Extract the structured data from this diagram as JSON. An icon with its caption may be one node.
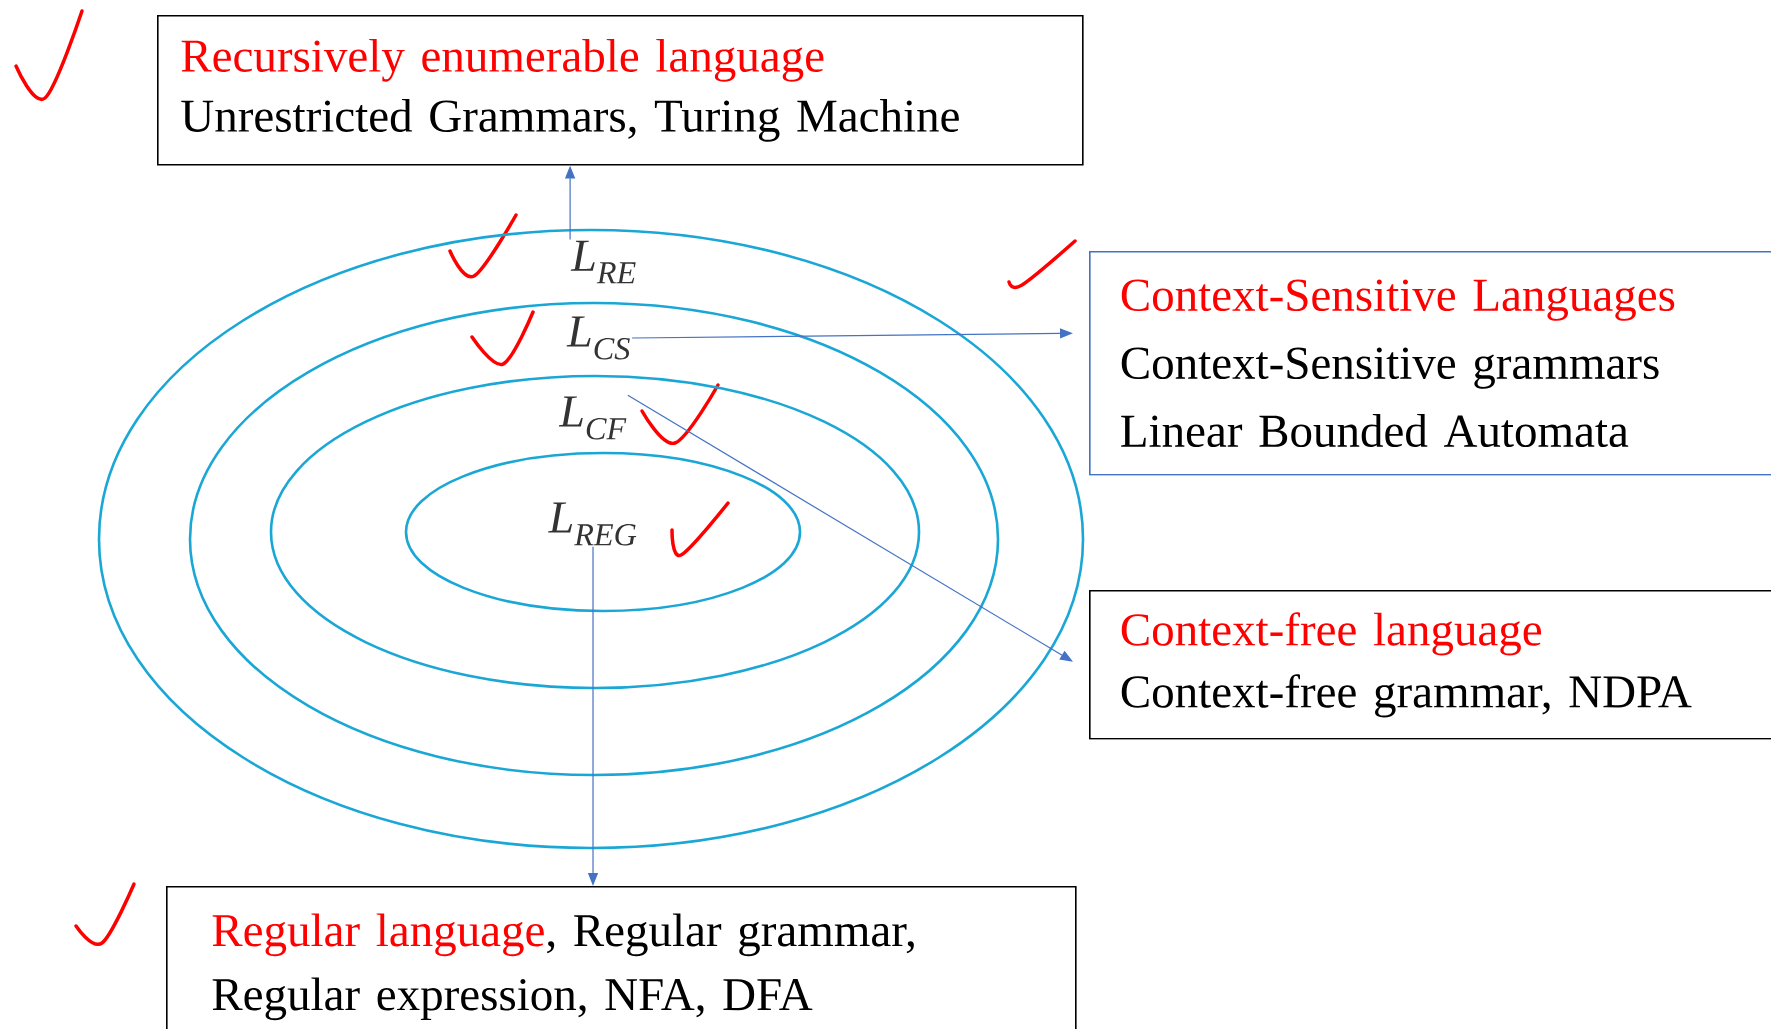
{
  "diagram": {
    "nodes": [
      {
        "text": [
          "L$_{RE}$"
        ]
      },
      {
        "text": [
          "L$_{CS}$"
        ],
        "in": 0
      },
      {
        "text": [
          "L$_{CF}$"
        ],
        "in": 1
      },
      {
        "text": [
          "L$_{REG}$"
        ],
        "in": 2
      },
      {
        "text": [
          "Recursively enumerable language",
          "Unrestricted Grammars, Turing Machine"
        ]
      },
      {
        "text": [
          "Context-Sensitive Languages",
          "Context-Sensitive grammars",
          "Linear Bounded Automata"
        ]
      },
      {
        "text": [
          "Context-free language",
          "Context-free grammar, NDPA"
        ]
      },
      {
        "text": [
          "Regular language",
          ", Regular grammar, Regular expression, NFA, DFA"
        ]
      }
    ],
    "edges": [
      {
        "from": 0,
        "to": 4,
        "arrow": "to"
      },
      {
        "from": 1,
        "to": 5,
        "arrow": "to"
      },
      {
        "from": 2,
        "to": 6,
        "arrow": "to"
      },
      {
        "from": 3,
        "to": 7,
        "arrow": "to"
      }
    ]
  }
}
